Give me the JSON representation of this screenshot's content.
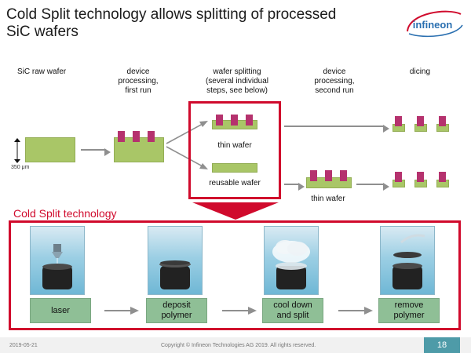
{
  "title": {
    "line1": "Cold Split technology allows splitting of processed",
    "line2": "SiC wafers"
  },
  "logo": {
    "text": "infineon"
  },
  "top_labels": {
    "raw": "SiC raw wafer",
    "dev1_l1": "device",
    "dev1_l2": "processing,",
    "dev1_l3": "first run",
    "split_l1": "wafer splitting",
    "split_l2": "(several individual",
    "split_l3": "steps, see below)",
    "dev2_l1": "device",
    "dev2_l2": "processing,",
    "dev2_l3": "second run",
    "dicing": "dicing"
  },
  "thickness": "350 μm",
  "thin_wafer_top": "thin wafer",
  "reusable_wafer": "reusable wafer",
  "thin_wafer_bottom": "thin wafer",
  "cold_split_title": "Cold Split technology",
  "steps": [
    {
      "l1": "laser",
      "l2": ""
    },
    {
      "l1": "deposit",
      "l2": "polymer"
    },
    {
      "l1": "cool down",
      "l2": "and split"
    },
    {
      "l1": "remove",
      "l2": "polymer"
    }
  ],
  "footer": {
    "date": "2019-05-21",
    "copyright": "Copyright © Infineon Technologies AG 2019. All rights reserved.",
    "page": "18"
  },
  "colors": {
    "wafer": "#a9c667",
    "chip": "#b5326e",
    "accent_red": "#d00a2c",
    "step_green": "#8fbf96",
    "page_badge": "#4e9ba8"
  }
}
